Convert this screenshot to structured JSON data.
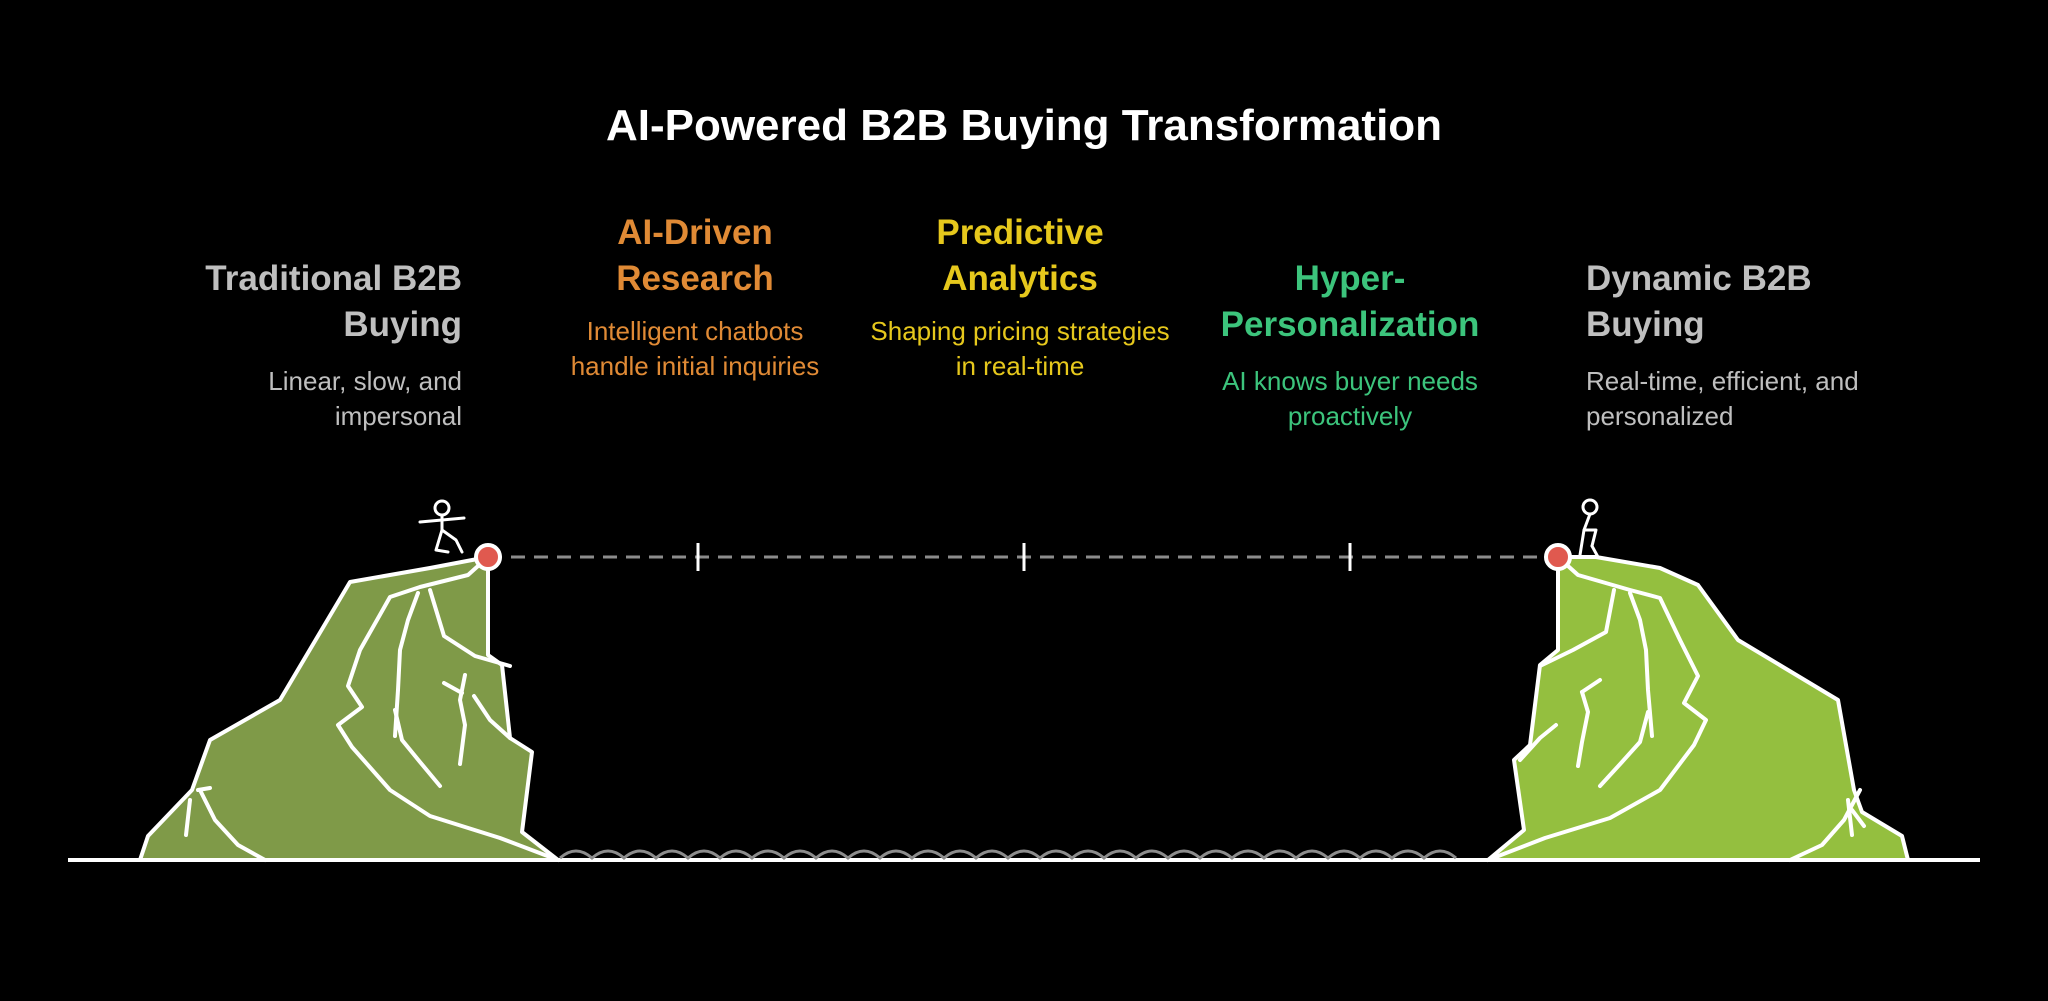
{
  "title": "AI-Powered B2B Buying Transformation",
  "colors": {
    "background": "#000000",
    "gray": "#bfbfbf",
    "orange": "#e08a35",
    "yellow": "#e6c81c",
    "green_text": "#3cc47c",
    "cliff_left": "#7f9a48",
    "cliff_right": "#94bf3f",
    "marker": "#e0594f",
    "outline": "#ffffff"
  },
  "stages": [
    {
      "id": "traditional",
      "title": "Traditional B2B Buying",
      "description": "Linear, slow, and impersonal",
      "color": "#bfbfbf"
    },
    {
      "id": "research",
      "title": "AI-Driven Research",
      "description": "Intelligent chatbots handle initial inquiries",
      "color": "#e08a35"
    },
    {
      "id": "predictive",
      "title": "Predictive Analytics",
      "description": "Shaping pricing strategies in real-time",
      "color": "#e6c81c"
    },
    {
      "id": "hyper",
      "title": "Hyper-Personalization",
      "description": "AI knows buyer needs proactively",
      "color": "#3cc47c"
    },
    {
      "id": "dynamic",
      "title": "Dynamic B2B Buying",
      "description": "Real-time, efficient, and personalized",
      "color": "#bfbfbf"
    }
  ],
  "icons": [
    "person-balancing-icon",
    "person-standing-icon",
    "start-marker-icon",
    "end-marker-icon"
  ]
}
